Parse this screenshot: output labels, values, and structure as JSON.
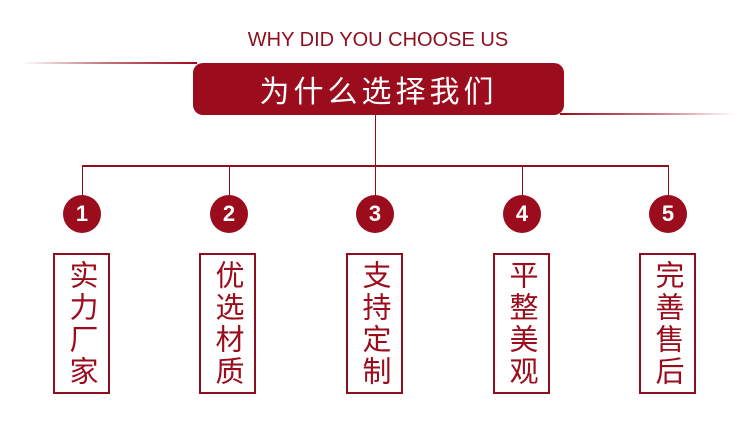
{
  "header": {
    "subtitle": "WHY DID YOU CHOOSE US",
    "title": "为什么选择我们"
  },
  "colors": {
    "accent": "#9b0c1c",
    "line": "#8e0e1e",
    "background": "#ffffff"
  },
  "items": [
    {
      "number": "1",
      "label": "实力厂家"
    },
    {
      "number": "2",
      "label": "优选材质"
    },
    {
      "number": "3",
      "label": "支持定制"
    },
    {
      "number": "4",
      "label": "平整美观"
    },
    {
      "number": "5",
      "label": "完善售后"
    }
  ]
}
